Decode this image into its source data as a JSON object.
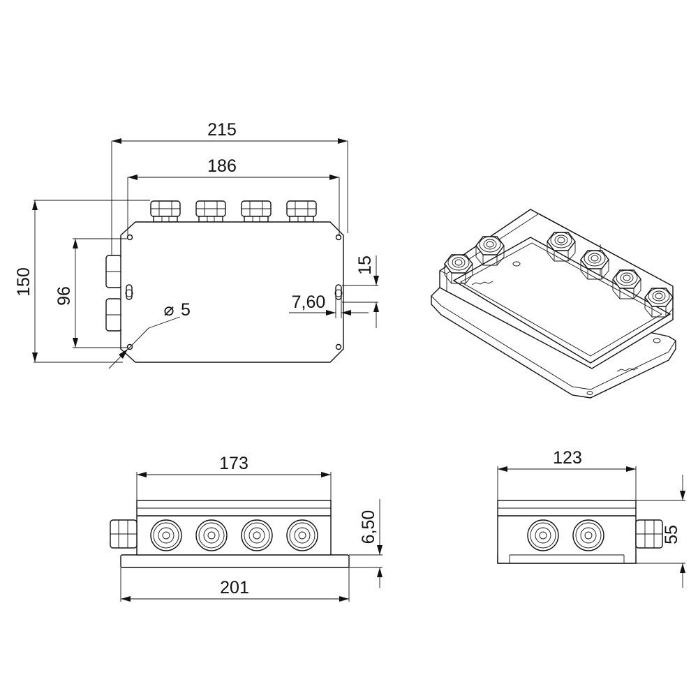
{
  "dimensions": {
    "overall_width": "215",
    "plate_width": "186",
    "overall_height": "150",
    "hole_spacing": "96",
    "slot_height": "15",
    "slot_offset": "7,60",
    "hole_diameter": "5",
    "diameter_symbol": "⌀",
    "box_length": "173",
    "base_length": "201",
    "base_thickness": "6,50",
    "box_width": "123",
    "box_height": "55"
  }
}
